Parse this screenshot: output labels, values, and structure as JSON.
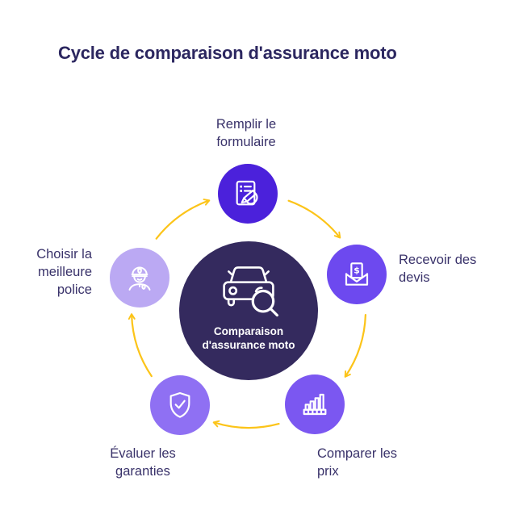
{
  "title": "Cycle de comparaison d'assurance moto",
  "hub": {
    "icon": "car-search-icon",
    "label_lines": [
      "Comparaison",
      "d'assurance moto"
    ],
    "bg_color": "#342A5E",
    "text_color": "#FFFFFF"
  },
  "steps": [
    {
      "name": "remplir-le-formulaire",
      "icon": "form-pen-icon",
      "color": "#4B21DB",
      "label_lines": [
        "Remplir le",
        "formulaire"
      ]
    },
    {
      "name": "recevoir-des-devis",
      "icon": "envelope-dollar-icon",
      "color": "#6D49EF",
      "label_lines": [
        "Recevoir des",
        "devis"
      ],
      "icon_symbol": "$"
    },
    {
      "name": "comparer-les-prix",
      "icon": "bar-chart-icon",
      "color": "#7B57F1",
      "label_lines": [
        "Comparer les",
        "prix"
      ]
    },
    {
      "name": "evaluer-les-garanties",
      "icon": "shield-check-icon",
      "color": "#8F70F3",
      "label_lines": [
        "Évaluer les",
        "garanties"
      ]
    },
    {
      "name": "choisir-la-meilleure-police",
      "icon": "police-officer-icon",
      "color": "#BBA9F3",
      "label_lines": [
        "Choisir la",
        "meilleure",
        "police"
      ]
    }
  ],
  "arrows": {
    "color": "#FCC419",
    "direction": "clockwise"
  },
  "text_colors": {
    "title": "#2C2760",
    "label": "#39326A"
  }
}
